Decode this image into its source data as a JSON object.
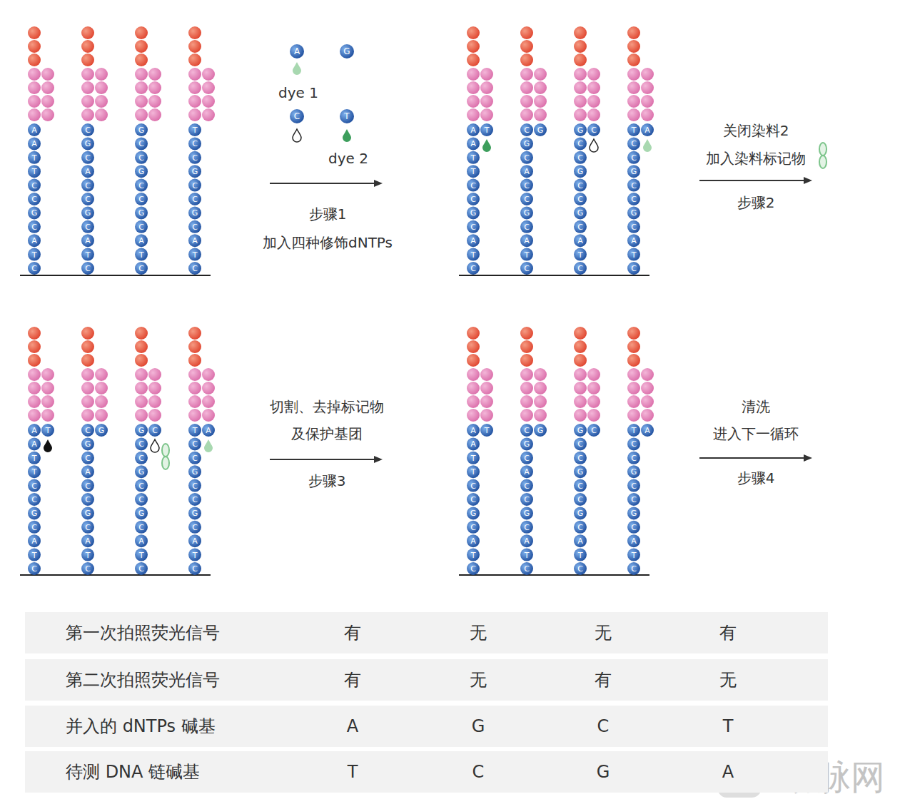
{
  "diagram": {
    "nodes": [
      {
        "text": [
          "第一次拍照荧光信号",
          "有",
          "无",
          "无",
          "有"
        ]
      },
      {
        "text": [
          "第二次拍照荧光信号",
          "有",
          "无",
          "有",
          "无"
        ]
      },
      {
        "text": [
          "并入的 dNTPs 碱基",
          "A",
          "G",
          "C",
          "T"
        ]
      },
      {
        "text": [
          "待测 DNA 链碱基",
          "T",
          "C",
          "G",
          "A"
        ]
      }
    ],
    "labels": [
      "A",
      "A",
      "T",
      "T",
      "C",
      "C",
      "G",
      "C",
      "A",
      "T",
      "C",
      "C",
      "G",
      "C",
      "A",
      "C",
      "C",
      "G",
      "C",
      "A",
      "T",
      "C",
      "G",
      "C",
      "C",
      "G",
      "C",
      "C",
      "G",
      "C",
      "A",
      "T",
      "C",
      "T",
      "C",
      "C",
      "G",
      "C",
      "C",
      "G",
      "C",
      "A",
      "T",
      "C",
      "A",
      "A",
      "T",
      "T",
      "C",
      "C",
      "G",
      "C",
      "A",
      "T",
      "C",
      "T",
      "C",
      "G",
      "C",
      "A",
      "C",
      "C",
      "G",
      "C",
      "A",
      "T",
      "C",
      "G",
      "G",
      "C",
      "C",
      "G",
      "C",
      "C",
      "G",
      "C",
      "A",
      "T",
      "C",
      "C",
      "T",
      "C",
      "C",
      "G",
      "C",
      "C",
      "G",
      "C",
      "A",
      "T",
      "C",
      "A",
      "A",
      "A",
      "T",
      "T",
      "C",
      "C",
      "G",
      "C",
      "A",
      "T",
      "C",
      "T",
      "C",
      "G",
      "C",
      "A",
      "C",
      "C",
      "G",
      "C",
      "A",
      "T",
      "C",
      "G",
      "G",
      "C",
      "C",
      "G",
      "C",
      "C",
      "G",
      "C",
      "A",
      "T",
      "C",
      "C",
      "T",
      "C",
      "C",
      "G",
      "C",
      "C",
      "G",
      "C",
      "A",
      "T",
      "C",
      "A",
      "A",
      "A",
      "T",
      "T",
      "C",
      "C",
      "G",
      "C",
      "A",
      "T",
      "C",
      "T",
      "C",
      "G",
      "C",
      "A",
      "C",
      "C",
      "G",
      "C",
      "A",
      "T",
      "C",
      "G",
      "G",
      "C",
      "C",
      "G",
      "C",
      "C",
      "G",
      "C",
      "A",
      "T",
      "C",
      "C",
      "T",
      "C",
      "C",
      "G",
      "C",
      "C",
      "G",
      "C",
      "A",
      "T",
      "C",
      "A",
      "A",
      "G",
      "C",
      "T",
      "dye 1",
      "dye 2",
      "步骤1",
      "加入四种修饰dNTPs",
      "关闭染料2",
      "加入染料标记物",
      "步骤2",
      "切割、去掉标记物",
      "及保护基团",
      "步骤3",
      "清洗",
      "进入下一循环",
      "步骤4",
      "动脉网"
    ]
  }
}
